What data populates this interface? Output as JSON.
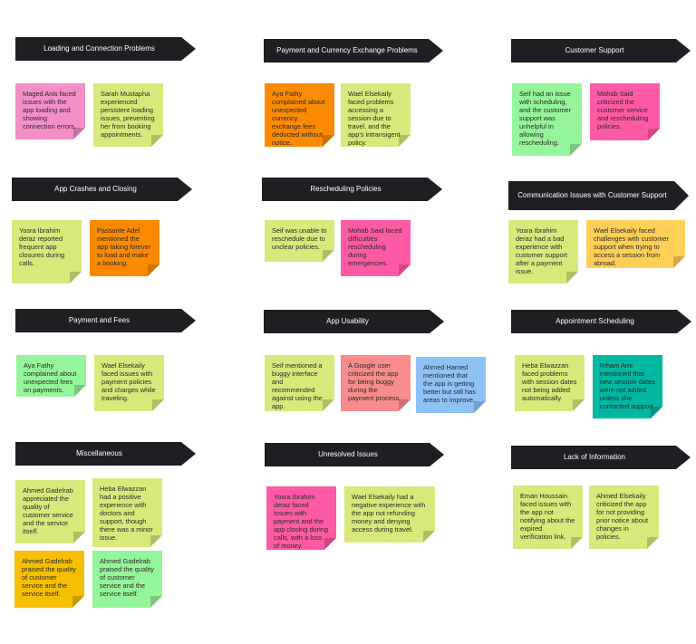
{
  "headers": [
    "Loading and Connection Problems",
    "Payment and Currency Exchange Problems",
    "Customer Support",
    "App Crashes and Closing",
    "Rescheduling Policies",
    "Communication Issues with Customer Support",
    "Payment and Fees",
    "App Usability",
    "Appointment Scheduling",
    "Miscellaneous",
    "Unresolved Issues",
    "Lack of Information"
  ],
  "notes": [
    "Maged Anis faced issues with the app loading and showing connection errors.",
    "Sarah Mustapha experienced persistent loading issues, preventing her from booking appointments.",
    "Aya Fathy complained about unexpected currency exchange fees deducted without notice.",
    "Wael Elsekaily faced problems accessing a session due to travel, and the app's intransigent policy.",
    "Seif had an issue with scheduling, and the customer support was unhelpful in allowing rescheduling.",
    "Mohab Said criticized the customer service and rescheduling policies.",
    "Yosra Ibrahim deraz reported frequent app closures during calls.",
    "Passante Adel mentioned the app taking forever to load and make a booking.",
    "Seif was unable to reschedule due to unclear policies.",
    "Mohab Said faced difficulties rescheduling during emergencies.",
    "Yosra Ibrahim deraz had a bad experience with customer support after a payment issue.",
    "Wael Elsekaily faced challenges with customer support when trying to access a session from abroad.",
    "Aya Fathy complained about unexpected fees on payments.",
    "Wael Elsekaily faced issues with payment policies and charges while traveling.",
    "Seif mentioned a buggy interface and recommended against using the app.",
    "A Google user criticized the app for being buggy during the payment process.",
    "Ahmed Hamed mentioned that the app is getting better but still has areas to improve.",
    "Heba Elwazzan faced problems with session dates not being added automatically.",
    "Riham Amr mentioned that new session dates were not added unless she contacted support.",
    "Ahmed Gadelrab appreciated the quality of customer service and the service itself.",
    "Heba Elwazzan had a positive experience with doctors and support, though there was a minor issue.",
    "Ahmed Gadelrab praised the quality of customer service and the service itself.",
    "Ahmed Gadelrab praised the quality of customer service and the service itself.",
    "Yosra Ibrahim deraz faced issues with payment and the app closing during calls, with a loss of money.",
    "Wael Elsekaily had a negative experience with the app not refunding money and denying access during travel.",
    "Eman Houssain faced issues with the app not notifying about the expired verification link.",
    "Ahmed Elsekaily criticized the app for not providing prior notice about changes in policies."
  ]
}
